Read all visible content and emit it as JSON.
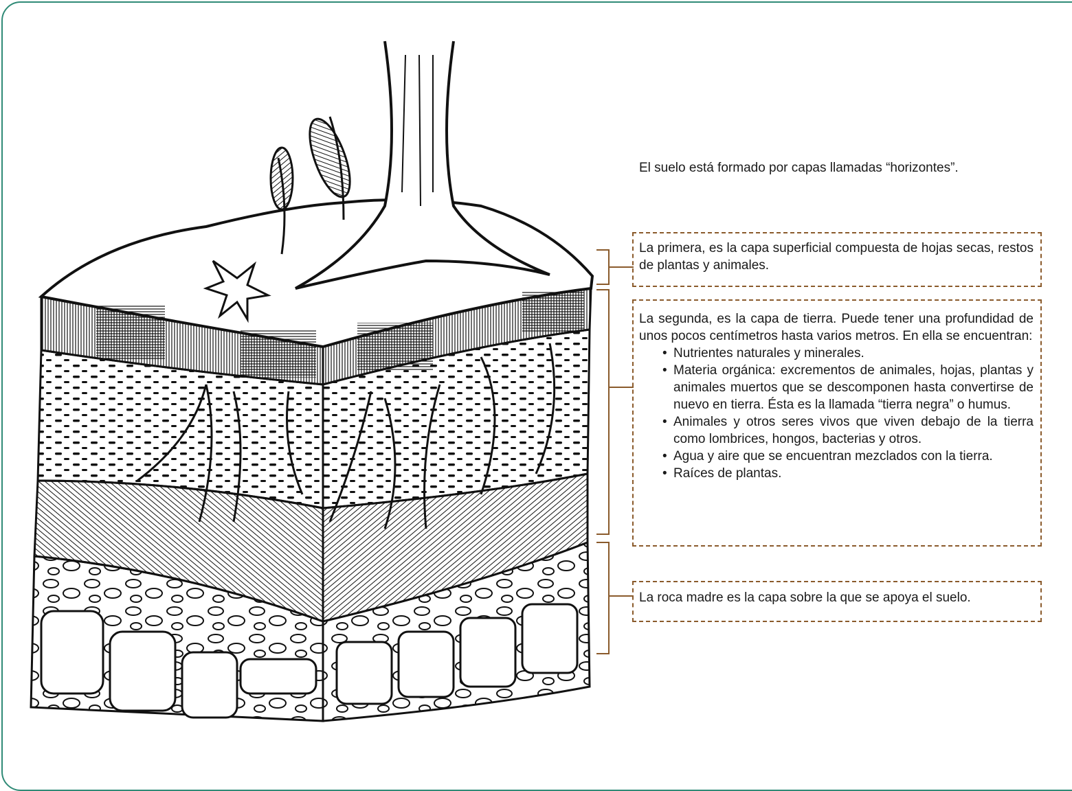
{
  "intro": "El suelo está formado por capas llamadas “horizontes”.",
  "layers": [
    {
      "text": "La primera, es la capa superficial compuesta de hojas secas, restos de plantas y animales."
    },
    {
      "text": "La segunda, es la capa de tierra. Puede tener una profundidad de unos pocos centímetros hasta varios metros. En ella se encuentran:",
      "items": [
        "Nutrientes naturales y minerales.",
        "Materia orgánica: excrementos de animales, hojas, plantas y animales muertos que se descomponen hasta convertirse de nuevo en tierra. Ésta es la llamada “tierra negra” o humus.",
        "Animales y otros seres vivos que viven debajo de la tierra como lombrices, hongos, bacterias y otros.",
        "Agua y aire que se encuentran mezclados con la tierra.",
        "Raíces de plantas."
      ]
    },
    {
      "text": "La roca madre es la capa sobre la que se apoya el suelo."
    }
  ],
  "colors": {
    "frame": "#2f8a76",
    "box_border": "#8a5a2b",
    "bracket": "#8a5a2b"
  }
}
